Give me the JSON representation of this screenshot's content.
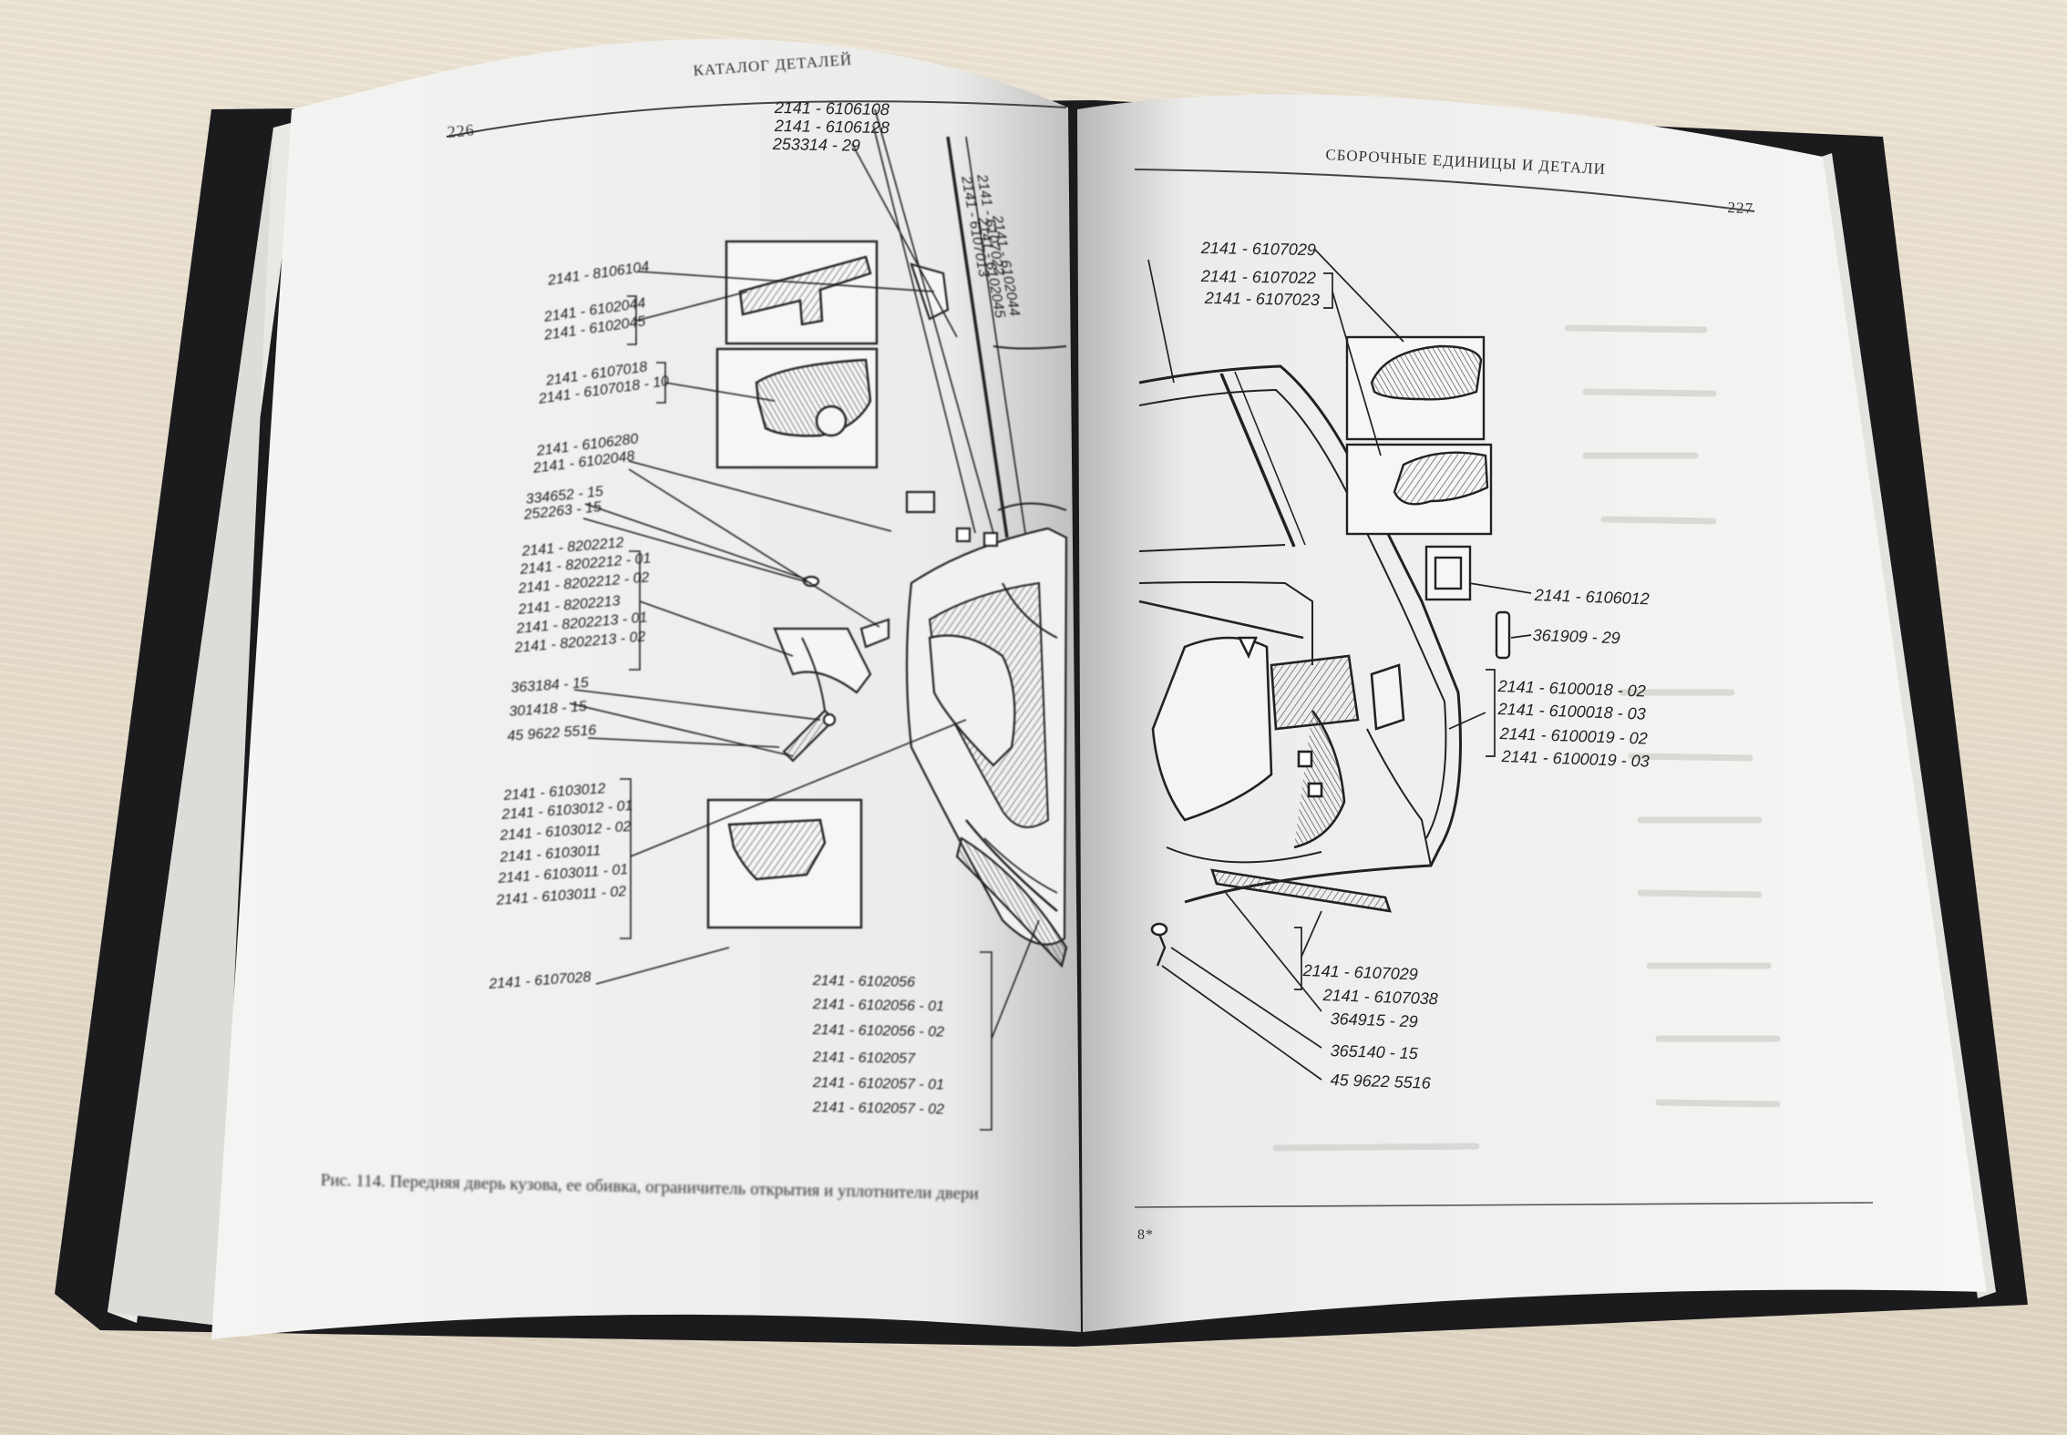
{
  "left_page": {
    "header": "КАТАЛОГ ДЕТАЛЕЙ",
    "page_number": "226",
    "caption": "Рис. 114. Передняя дверь кузова, ее обивка, ограничитель открытия и уплотнители двери",
    "labels": [
      "2141 - 6106108",
      "2141 - 6106128",
      "253314 - 29",
      "2141 - 6107022",
      "2141 - 6107013",
      "2141 - 6102044",
      "2141 - 6102045",
      "2141 - 8106104",
      "2141 - 6102044",
      "2141 - 6102045",
      "2141 - 6107018",
      "2141 - 6107018 - 10",
      "2141 - 6106280",
      "2141 - 6102048",
      "334652 - 15",
      "252263 - 15",
      "2141 - 8202212",
      "2141 - 8202212 - 01",
      "2141 - 8202212 - 02",
      "2141 - 8202213",
      "2141 - 8202213 - 01",
      "2141 - 8202213 - 02",
      "363184 - 15",
      "301418 - 15",
      "45 9622 5516",
      "2141 - 6103012",
      "2141 - 6103012 - 01",
      "2141 - 6103012 - 02",
      "2141 - 6103011",
      "2141 - 6103011 - 01",
      "2141 - 6103011 - 02",
      "2141 - 6107028",
      "2141 - 6102056",
      "2141 - 6102056 - 01",
      "2141 - 6102056 - 02",
      "2141 - 6102057",
      "2141 - 6102057 - 01",
      "2141 - 6102057 - 02"
    ]
  },
  "right_page": {
    "header": "СБОРОЧНЫЕ ЕДИНИЦЫ И ДЕТАЛИ",
    "page_number": "227",
    "footer_mark": "8*",
    "labels": [
      "2141 - 6107029",
      "2141 - 6107022",
      "2141 - 6107023",
      "2141 - 6106012",
      "361909 - 29",
      "2141 - 6100018 - 02",
      "2141 - 6100018 - 03",
      "2141 - 6100019 - 02",
      "2141 - 6100019 - 03",
      "2141 - 6107029",
      "2141 - 6107038",
      "364915 - 29",
      "365140 - 15",
      "45 9622 5516"
    ]
  },
  "colors": {
    "table": "#e6dccb",
    "cover": "#1b1b1d",
    "paper": "#f3f3f1",
    "ink": "#222222"
  }
}
